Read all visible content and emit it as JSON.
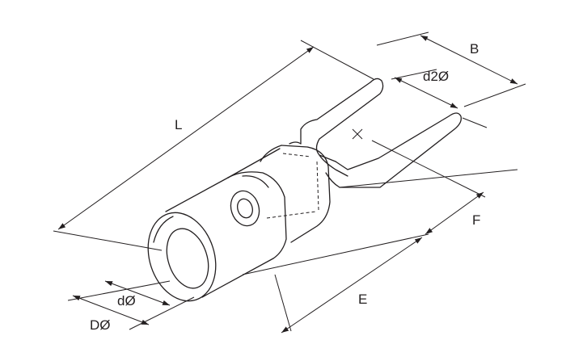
{
  "labels": {
    "length": "L",
    "width": "B",
    "stud_diameter": "d2Ø",
    "fork_length": "F",
    "barrel_length": "E",
    "inner_diameter": "dØ",
    "outer_diameter": "DØ"
  }
}
